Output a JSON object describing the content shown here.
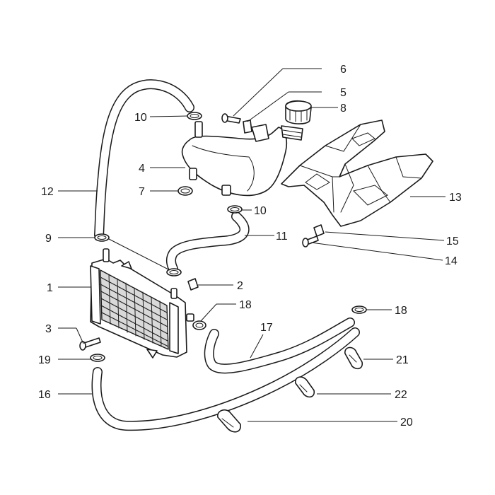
{
  "parts": [
    {
      "id": "p1",
      "number": "1"
    },
    {
      "id": "p2",
      "number": "2"
    },
    {
      "id": "p3",
      "number": "3"
    },
    {
      "id": "p4",
      "number": "4"
    },
    {
      "id": "p5",
      "number": "5"
    },
    {
      "id": "p6",
      "number": "6"
    },
    {
      "id": "p7",
      "number": "7"
    },
    {
      "id": "p8",
      "number": "8"
    },
    {
      "id": "p9",
      "number": "9"
    },
    {
      "id": "p10a",
      "number": "10"
    },
    {
      "id": "p10b",
      "number": "10"
    },
    {
      "id": "p11",
      "number": "11"
    },
    {
      "id": "p12",
      "number": "12"
    },
    {
      "id": "p13",
      "number": "13"
    },
    {
      "id": "p14",
      "number": "14"
    },
    {
      "id": "p15",
      "number": "15"
    },
    {
      "id": "p16",
      "number": "16"
    },
    {
      "id": "p17",
      "number": "17"
    },
    {
      "id": "p18a",
      "number": "18"
    },
    {
      "id": "p18b",
      "number": "18"
    },
    {
      "id": "p19",
      "number": "19"
    },
    {
      "id": "p20",
      "number": "20"
    },
    {
      "id": "p21",
      "number": "21"
    },
    {
      "id": "p22",
      "number": "22"
    }
  ]
}
